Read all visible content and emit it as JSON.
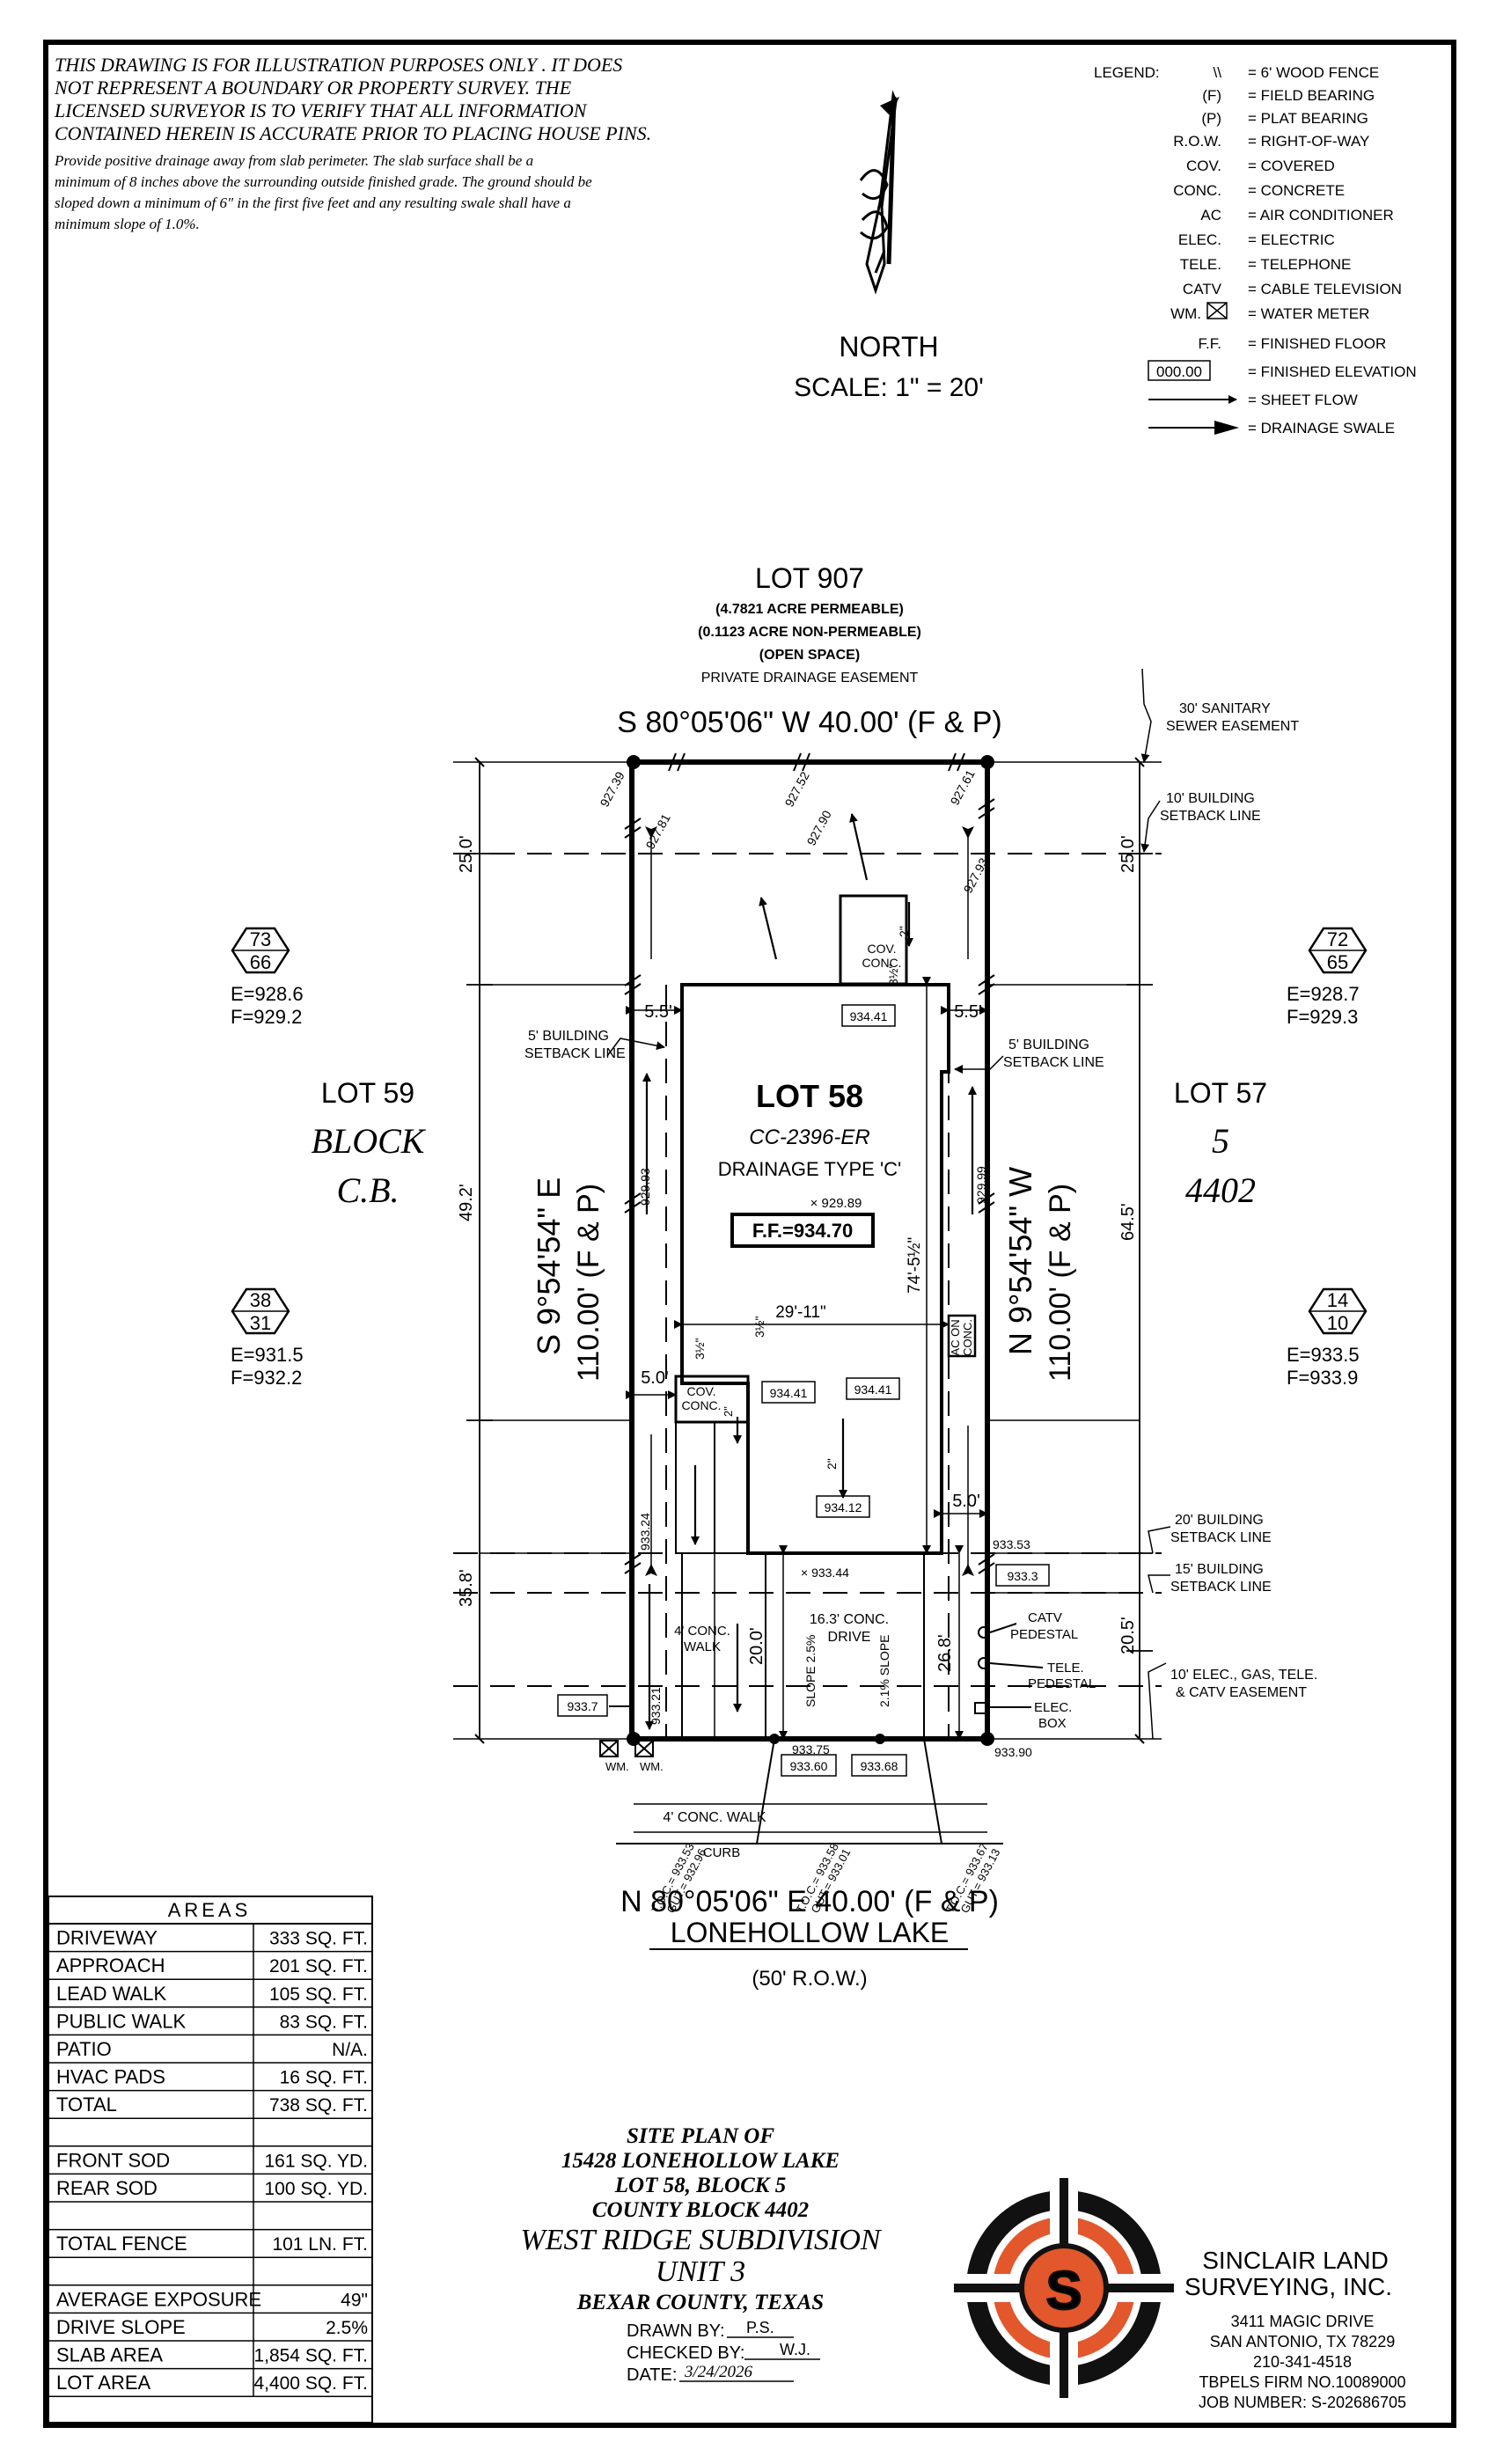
{
  "disclaimer": {
    "line1": "THIS DRAWING IS FOR ILLUSTRATION PURPOSES ONLY . IT DOES",
    "line2": "NOT REPRESENT A BOUNDARY OR PROPERTY SURVEY. THE",
    "line3": "LICENSED SURVEYOR IS TO VERIFY THAT ALL INFORMATION",
    "line4": "CONTAINED HEREIN IS ACCURATE PRIOR TO PLACING HOUSE PINS.",
    "note1": "Provide positive drainage away from slab perimeter. The slab surface shall be a",
    "note2": "minimum of 8 inches above the surrounding outside finished grade. The ground should be",
    "note3": "sloped down a minimum of 6\" in the first five feet and any resulting swale shall have a",
    "note4": "minimum slope of 1.0%."
  },
  "north": {
    "label": "NORTH",
    "scale": "SCALE:  1\"  =  20'"
  },
  "legend": {
    "title": "LEGEND:",
    "items": [
      {
        "key": "\\\\",
        "value": "= 6' WOOD FENCE"
      },
      {
        "key": "(F)",
        "value": "= FIELD BEARING"
      },
      {
        "key": "(P)",
        "value": "= PLAT BEARING"
      },
      {
        "key": "R.O.W.",
        "value": "= RIGHT-OF-WAY"
      },
      {
        "key": "COV.",
        "value": "= COVERED"
      },
      {
        "key": "CONC.",
        "value": "= CONCRETE"
      },
      {
        "key": "AC",
        "value": "= AIR CONDITIONER"
      },
      {
        "key": "ELEC.",
        "value": "= ELECTRIC"
      },
      {
        "key": "TELE.",
        "value": "= TELEPHONE"
      },
      {
        "key": "CATV",
        "value": "= CABLE TELEVISION"
      },
      {
        "key": "WM.",
        "value": "= WATER METER"
      },
      {
        "key": "F.F.",
        "value": "= FINISHED FLOOR"
      },
      {
        "key": "000.00",
        "value": "= FINISHED ELEVATION"
      },
      {
        "key": "",
        "value": "= SHEET FLOW"
      },
      {
        "key": "",
        "value": "= DRAINAGE SWALE"
      }
    ]
  },
  "lot907": {
    "title": "LOT 907",
    "l1": "(4.7821 ACRE PERMEABLE)",
    "l2": "(0.1123 ACRE NON-PERMEABLE)",
    "l3": "(OPEN SPACE)",
    "l4": "PRIVATE DRAINAGE EASEMENT"
  },
  "bearings": {
    "north": "S  80°05'06\"  W  40.00'  (F & P)",
    "south": "N  80°05'06\"  E  40.00'  (F & P)",
    "west1": "S  9°54'54\"  E",
    "west2": "110.00'  (F & P)",
    "east1": "N  9°54'54\"  W",
    "east2": "110.00'  (F & P)"
  },
  "neighbors": {
    "lot59": "LOT 59",
    "block": "BLOCK",
    "cb": "C.B.",
    "lot57": "LOT 57",
    "five": "5",
    "num4402": "4402",
    "hex_tl": {
      "top": "73",
      "bot": "66",
      "e": "E=928.6",
      "f": "F=929.2"
    },
    "hex_tr": {
      "top": "72",
      "bot": "65",
      "e": "E=928.7",
      "f": "F=929.3"
    },
    "hex_bl": {
      "top": "38",
      "bot": "31",
      "e": "E=931.5",
      "f": "F=932.2"
    },
    "hex_br": {
      "top": "14",
      "bot": "10",
      "e": "E=933.5",
      "f": "F=933.9"
    }
  },
  "easements": {
    "sanitary1": "30' SANITARY",
    "sanitary2": "SEWER EASEMENT",
    "bsl10a": "10' BUILDING",
    "bsl10b": "SETBACK LINE",
    "bsl5l_a": "5' BUILDING",
    "bsl5l_b": "SETBACK LINE",
    "bsl5r_a": "5' BUILDING",
    "bsl5r_b": "SETBACK LINE",
    "bsl20a": "20' BUILDING",
    "bsl20b": "SETBACK LINE",
    "bsl15a": "15' BUILDING",
    "bsl15b": "SETBACK LINE",
    "util1": "10' ELEC., GAS, TELE.",
    "util2": "& CATV EASEMENT"
  },
  "dims": {
    "d25l": "25.0'",
    "d25r": "25.0'",
    "d49": "49.2'",
    "d64": "64.5'",
    "d35": "35.8'",
    "d20r": "20.5'",
    "d55l": "5.5'",
    "d55r": "5.5'",
    "d50l": "5.0'",
    "d50r": "5.0'",
    "d2911": "29'-11\"",
    "d7452": "74'-5½\"",
    "d200": "20.0'",
    "d268": "26.8'",
    "d312a": "3½\"",
    "d312b": "3½\"",
    "d312c": "3½\""
  },
  "lot58": {
    "title": "LOT 58",
    "cc": "CC-2396-ER",
    "drainage": "DRAINAGE TYPE 'C'",
    "spot": "× 929.89",
    "ff": "F.F.=934.70"
  },
  "features": {
    "covconc_a": "COV.",
    "covconc_b": "CONC.",
    "covconc2_a": "COV.",
    "covconc2_b": "CONC.",
    "ac_a": "AC ON",
    "ac_b": "CONC.",
    "walk_a": "4' CONC.",
    "walk_b": "WALK",
    "drive_a": "16.3' CONC.",
    "drive_b": "DRIVE",
    "catv_a": "CATV",
    "catv_b": "PEDESTAL",
    "tele_a": "TELE.",
    "tele_b": "PEDESTAL",
    "elec_a": "ELEC.",
    "elec_b": "BOX",
    "wm1": "WM.",
    "wm2": "WM.",
    "slope_a": "SLOPE 2.5%",
    "slope_b": "2.1% SLOPE",
    "sidewalk": "4' CONC. WALK",
    "curb": "CURB",
    "two1": "2\"",
    "two2": "2\"",
    "two3": "2\""
  },
  "elevations": {
    "e92739": "927.39",
    "e92781": "927.81",
    "e92752": "927.52",
    "e92790": "927.90",
    "e92761": "927.61",
    "e92793": "927.93",
    "e92993": "929.93",
    "e92999": "929.99",
    "e93324": "933.24",
    "e93321": "933.21",
    "e93353": "933.53",
    "e93344": "× 933.44",
    "e93375": "933.75",
    "e93390": "933.90",
    "box93441a": "934.41",
    "box93441b": "934.41",
    "box93441c": "934.41",
    "box93412": "934.12",
    "box9333": "933.3",
    "box9337": "933.7",
    "box93360": "933.60",
    "box93368": "933.68"
  },
  "curbs": {
    "c1a": "T.O.C.= 933.53",
    "c1b": "GUT.= 932.96",
    "c2a": "T.O.C.= 933.58",
    "c2b": "GUT.= 933.01",
    "c3a": "T.O.C.= 933.67",
    "c3b": "GUT.= 933.13"
  },
  "street": {
    "name": "LONEHOLLOW LAKE",
    "row": "(50' R.O.W.)"
  },
  "areas": {
    "title": "AREAS",
    "rows": [
      {
        "k": "DRIVEWAY",
        "v": "333 SQ. FT."
      },
      {
        "k": "APPROACH",
        "v": "201 SQ. FT."
      },
      {
        "k": "LEAD WALK",
        "v": "105 SQ. FT."
      },
      {
        "k": "PUBLIC WALK",
        "v": "83 SQ. FT."
      },
      {
        "k": "PATIO",
        "v": "N/A."
      },
      {
        "k": "HVAC PADS",
        "v": "16 SQ. FT."
      },
      {
        "k": "TOTAL",
        "v": "738 SQ. FT."
      },
      {
        "k": "",
        "v": ""
      },
      {
        "k": "FRONT SOD",
        "v": "161 SQ. YD."
      },
      {
        "k": "REAR SOD",
        "v": "100 SQ. YD."
      },
      {
        "k": "",
        "v": ""
      },
      {
        "k": "TOTAL FENCE",
        "v": "101 LN. FT."
      },
      {
        "k": "",
        "v": ""
      },
      {
        "k": "AVERAGE EXPOSURE",
        "v": "49\""
      },
      {
        "k": "DRIVE SLOPE",
        "v": "2.5%"
      },
      {
        "k": "SLAB AREA",
        "v": "1,854 SQ. FT."
      },
      {
        "k": "LOT AREA",
        "v": "4,400 SQ. FT."
      }
    ]
  },
  "title_block": {
    "l1": "SITE PLAN OF",
    "l2": "15428 LONEHOLLOW LAKE",
    "l3": "LOT 58, BLOCK 5",
    "l4": "COUNTY BLOCK 4402",
    "l5": "WEST RIDGE SUBDIVISION",
    "l6": "UNIT 3",
    "l7": "BEXAR COUNTY, TEXAS",
    "drawn_label": "DRAWN BY:",
    "drawn": "P.S.",
    "checked_label": "CHECKED BY:",
    "checked": "W.J.",
    "date_label": "DATE:",
    "date": "3/24/2026"
  },
  "company": {
    "name1": "SINCLAIR LAND",
    "name2": "SURVEYING, INC.",
    "addr1": "3411 MAGIC DRIVE",
    "addr2": "SAN ANTONIO, TX 78229",
    "phone": "210-341-4518",
    "firm": "TBPELS FIRM NO.10089000",
    "job": "JOB NUMBER: S-202686705",
    "logo_letter": "S",
    "logo_color": "#e2572b"
  }
}
